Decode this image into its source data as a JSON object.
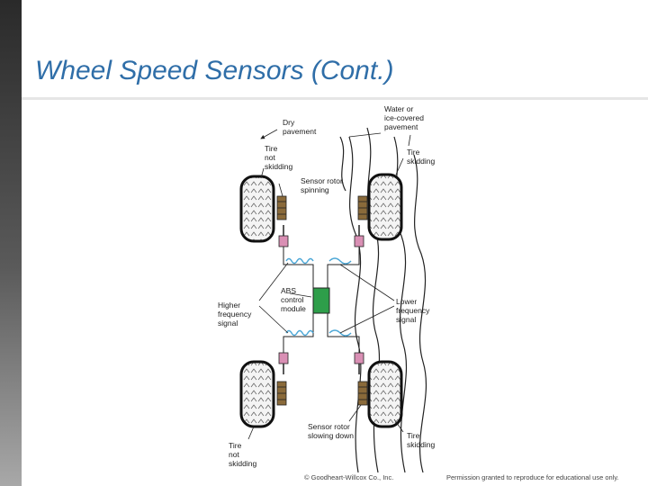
{
  "slide": {
    "title": "Wheel Speed Sensors (Cont.)"
  },
  "diagram": {
    "labels": {
      "dry_line1": "Dry",
      "dry_line2": "pavement",
      "water_line1": "Water or",
      "water_line2": "ice-covered",
      "water_line3": "pavement",
      "tire_not_tl_1": "Tire",
      "tire_not_tl_2": "not",
      "tire_not_tl_3": "skidding",
      "tire_sk_tr_1": "Tire",
      "tire_sk_tr_2": "skidding",
      "rotor_spin_1": "Sensor rotor",
      "rotor_spin_2": "spinning",
      "abs_1": "ABS",
      "abs_2": "control",
      "abs_3": "module",
      "higher_1": "Higher",
      "higher_2": "frequency",
      "higher_3": "signal",
      "lower_1": "Lower",
      "lower_2": "frequency",
      "lower_3": "signal",
      "rotor_slow_1": "Sensor rotor",
      "rotor_slow_2": "slowing down",
      "tire_sk_br_1": "Tire",
      "tire_sk_br_2": "skidding",
      "tire_not_bl_1": "Tire",
      "tire_not_bl_2": "not",
      "tire_not_bl_3": "skidding"
    }
  },
  "footer": {
    "copyright": "© Goodheart-Willcox Co., Inc.",
    "permission": "Permission granted to reproduce for educational use only."
  },
  "colors": {
    "title": "#2f6ea8",
    "module": "#2e9e4a",
    "sensor": "#d98fb4",
    "signal": "#4aa6d6"
  }
}
